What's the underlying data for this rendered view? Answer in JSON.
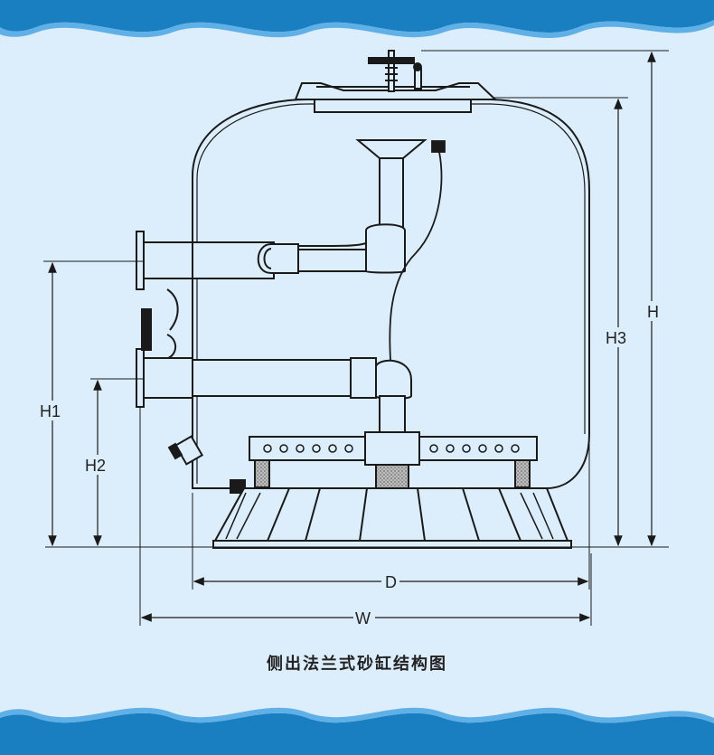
{
  "caption": "侧出法兰式砂缸结构图",
  "dimensions": {
    "H": "H",
    "H1": "H1",
    "H2": "H2",
    "H3": "H3",
    "D": "D",
    "W": "W"
  },
  "colors": {
    "background": "#dcedfb",
    "wave_dark": "#1a7fc1",
    "wave_light": "#5fb0e6",
    "line": "#1a1a1a",
    "tank_fill": "#dcedfb"
  }
}
